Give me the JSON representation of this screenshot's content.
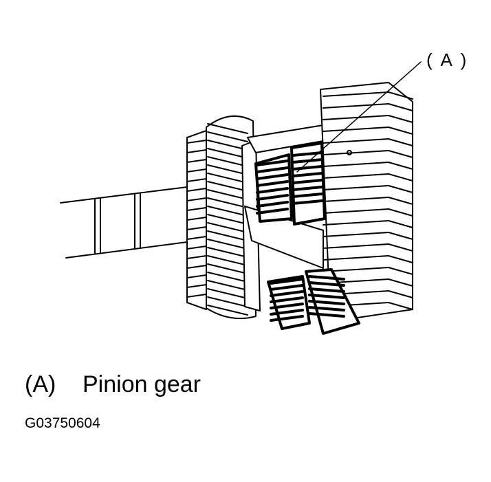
{
  "callout": {
    "label": "( A )"
  },
  "legend": [
    {
      "key": "(A)",
      "text": "Pinion gear"
    }
  ],
  "figure_code": "G03750604"
}
